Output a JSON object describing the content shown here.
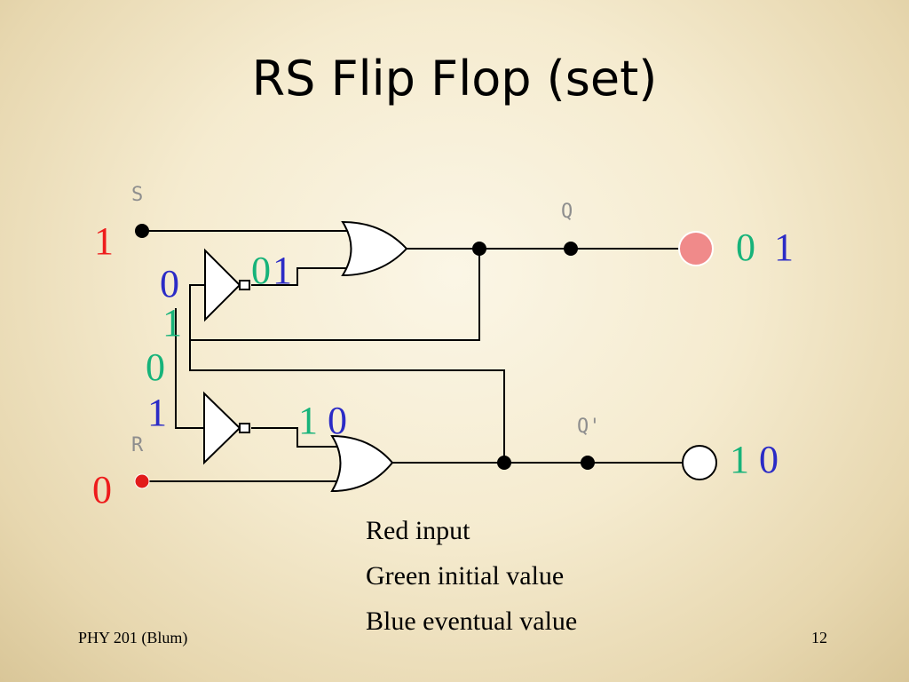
{
  "slide": {
    "title": "RS Flip Flop (set)"
  },
  "circuit": {
    "labels": {
      "s": "S",
      "r": "R",
      "q": "Q",
      "q_bar": "Q'"
    },
    "values": {
      "s_input": "1",
      "r_input": "0",
      "not_top_input": "0",
      "not_top_output_initial": "0",
      "not_top_output_eventual": "1",
      "feedback_q_initial": "1",
      "feedback_qbar_initial": "0",
      "not_bottom_input": "1",
      "not_bottom_output_initial": "1",
      "not_bottom_output_eventual": "0",
      "q_initial": "0",
      "q_eventual": "1",
      "q_bar_initial": "1",
      "q_bar_eventual": "0"
    }
  },
  "legend": {
    "red": "Red input",
    "green": "Green initial value",
    "blue": "Blue eventual value"
  },
  "footer": {
    "course": "PHY 201 (Blum)",
    "page": "12"
  },
  "colors": {
    "input": "#ee1c1c",
    "initial": "#17b37a",
    "eventual": "#2b2bc6",
    "q_led_on": "#f08a8a"
  }
}
